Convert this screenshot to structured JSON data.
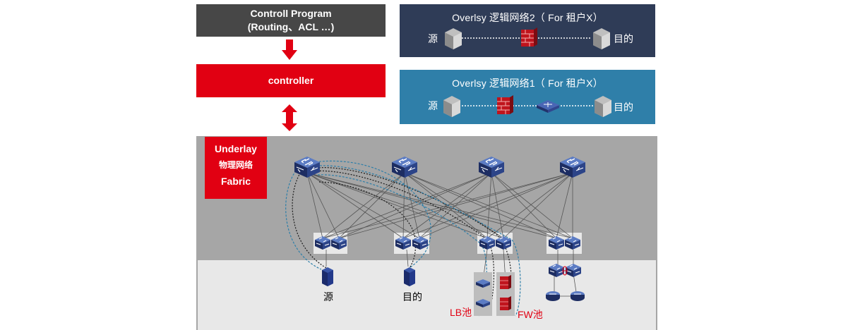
{
  "control_program": {
    "line1": "Controll Program",
    "line2": "(Routing、ACL …)"
  },
  "controller": {
    "label": "controller"
  },
  "overlay2": {
    "title": "Overlsy 逻辑网络2（ For 租户X）",
    "source": "源",
    "dest": "目的"
  },
  "overlay1": {
    "title": "Overlsy 逻辑网络1（ For 租户X）",
    "source": "源",
    "dest": "目的"
  },
  "underlay": {
    "line1": "Underlay",
    "line2": "物理网络",
    "line3": "Fabric"
  },
  "endpoints": {
    "source": "源",
    "dest": "目的"
  },
  "pools": {
    "lb": "LB池",
    "fw": "FW池"
  },
  "colors": {
    "red": "#e10012",
    "dark_gray": "#474747",
    "navy": "#2f3c57",
    "steel_blue": "#2f7fa9",
    "underlay_gray": "#a6a6a6"
  }
}
